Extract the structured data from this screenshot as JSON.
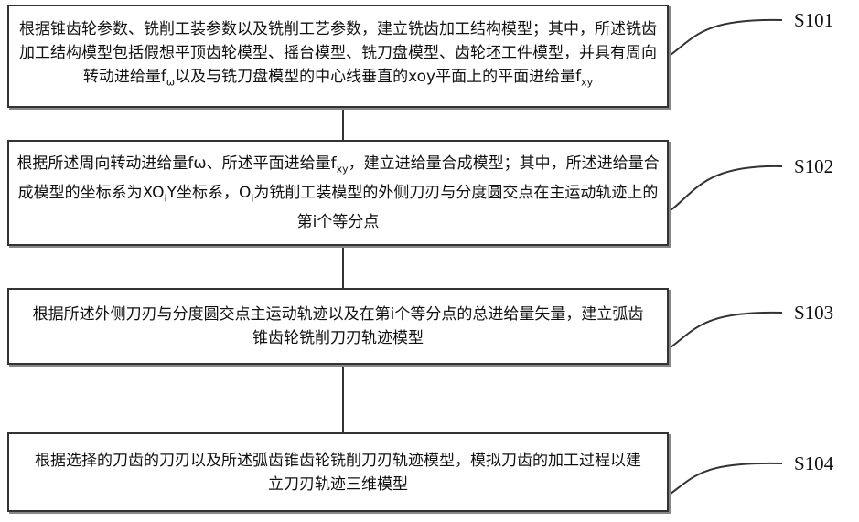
{
  "steps": [
    {
      "label": "S101",
      "text_a": "根据锥齿轮参数、铣削工装参数以及铣削工艺参数，建立铣齿加工结构模型；其中，所述铣齿加工结构模型包括假想平顶齿轮模型、摇台模型、铣刀盘模型、齿轮坯工件模型，并具有周向转动进给量f",
      "sub_a": "ω",
      "text_b": "以及与铣刀盘模型的中心线垂直的xoy平面上的平面进给量f",
      "sub_b": "xy"
    },
    {
      "label": "S102",
      "text_a": "根据所述周向转动进给量fω、所述平面进给量f",
      "sub_a": "xy",
      "text_b": "，建立进给量合成模型；其中，所述进给量合成模型的坐标系为XO",
      "sub_b": "i",
      "text_c": "Y坐标系，O",
      "sub_c": "i",
      "text_d": "为铣削工装模型的外侧刀刃与分度圆交点在主运动轨迹上的第i个等分点"
    },
    {
      "label": "S103",
      "text": "根据所述外侧刀刃与分度圆交点主运动轨迹以及在第i个等分点的总进给量矢量，建立弧齿锥齿轮铣削刀刃轨迹模型"
    },
    {
      "label": "S104",
      "text": "根据选择的刀齿的刀刃以及所述弧齿锥齿轮铣削刀刃轨迹模型，模拟刀齿的加工过程以建立刀刃轨迹三维模型"
    }
  ]
}
